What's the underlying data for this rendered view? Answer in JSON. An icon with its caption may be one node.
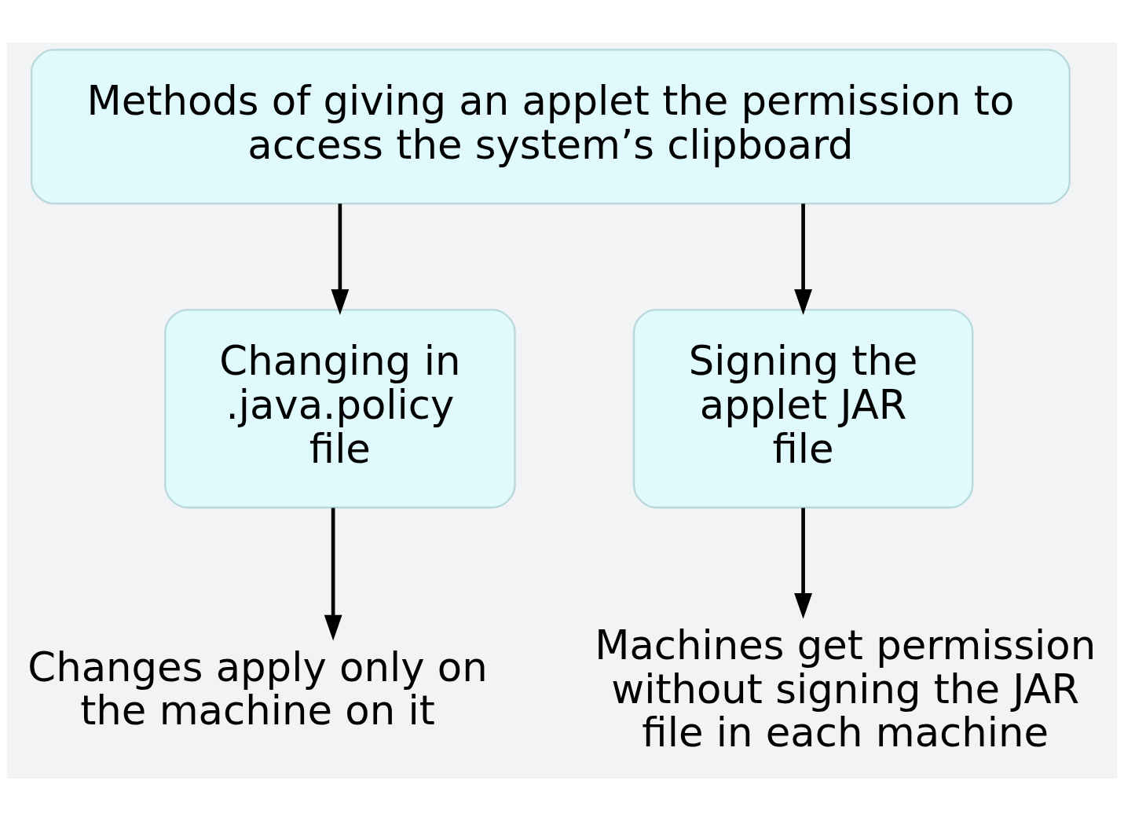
{
  "diagram": {
    "nodes": [
      {
        "text": [
          "Methods of giving an applet the permission to access the system’s clipboard"
        ]
      },
      {
        "text": [
          "Changing in .java.policy file"
        ]
      },
      {
        "text": [
          "Signing the applet JAR file"
        ]
      },
      {
        "text": [
          "Changes apply only on the machine on it"
        ]
      },
      {
        "text": [
          "Machines get permission without signing the JAR file in each machine"
        ]
      }
    ],
    "edges": [
      {
        "from": 0,
        "to": 1,
        "arrow": "to"
      },
      {
        "from": 0,
        "to": 2,
        "arrow": "to"
      },
      {
        "from": 1,
        "to": 3,
        "arrow": "to"
      },
      {
        "from": 2,
        "to": 4,
        "arrow": "to"
      }
    ]
  }
}
